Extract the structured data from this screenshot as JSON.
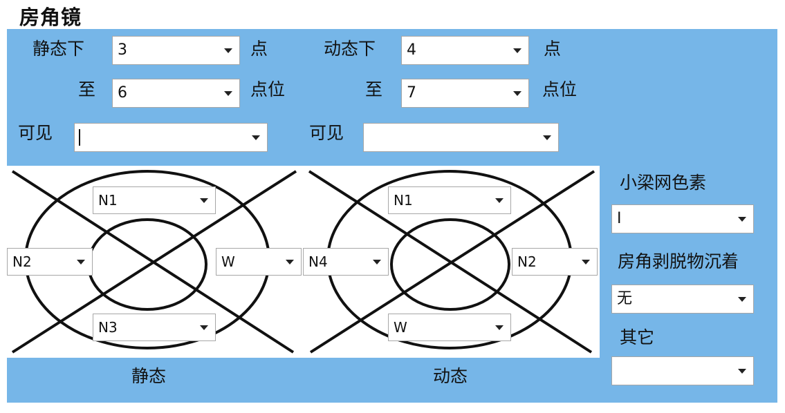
{
  "title": "房角镜",
  "top": {
    "static_label": "静态下",
    "static_value": "3",
    "unit_point": "点",
    "dynamic_label": "动态下",
    "dynamic_value": "4",
    "to_label": "至",
    "static_to_value": "6",
    "unit_position": "点位",
    "dynamic_to_value": "7",
    "visible_label": "可见",
    "static_visible_value": "",
    "dynamic_visible_value": ""
  },
  "static_diagram": {
    "top": "N1",
    "left": "N2",
    "right": "W",
    "bottom": "N3",
    "caption": "静态"
  },
  "dynamic_diagram": {
    "top": "N1",
    "left": "N4",
    "right": "N2",
    "bottom": "W",
    "caption": "动态"
  },
  "side": {
    "trabecular_label": "小梁网色素",
    "trabecular_value": "I",
    "deposit_label": "房角剥脱物沉着",
    "deposit_value": "无",
    "other_label": "其它",
    "other_value": ""
  }
}
